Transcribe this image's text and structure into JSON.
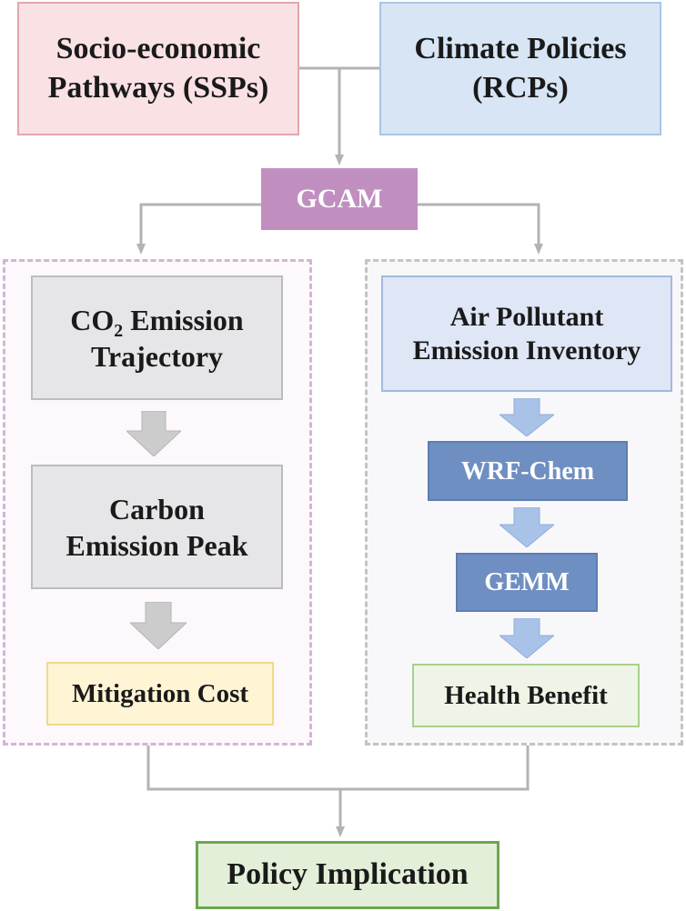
{
  "inputs": {
    "ssp": {
      "line1": "Socio-economic",
      "line2": "Pathways (SSPs)"
    },
    "rcp": {
      "line1": "Climate Policies",
      "line2": "(RCPs)"
    }
  },
  "model": {
    "label": "GCAM"
  },
  "left_branch": {
    "co2": {
      "prefix": "CO",
      "subscript": "2",
      "suffix": " Emission",
      "line2": "Trajectory"
    },
    "peak": {
      "line1": "Carbon",
      "line2": "Emission Peak"
    },
    "cost": {
      "label": "Mitigation Cost"
    }
  },
  "right_branch": {
    "inventory": {
      "line1": "Air Pollutant",
      "line2": "Emission Inventory"
    },
    "wrf": {
      "label": "WRF-Chem"
    },
    "gemm": {
      "label": "GEMM"
    },
    "health": {
      "label": "Health Benefit"
    }
  },
  "output": {
    "label": "Policy Implication"
  },
  "colors": {
    "connector": "#b3b3b3",
    "gray_arrow": "#cccccc",
    "blue_arrow": "#a9c3e8"
  }
}
